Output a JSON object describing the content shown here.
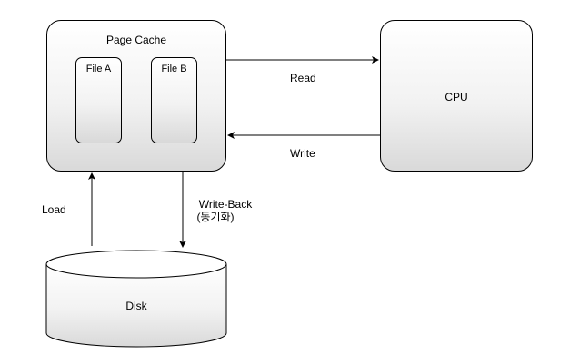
{
  "page_cache": {
    "title": "Page Cache",
    "files": [
      "File A",
      "File B"
    ]
  },
  "cpu": {
    "title": "CPU"
  },
  "disk": {
    "title": "Disk"
  },
  "arrows": {
    "read": "Read",
    "write": "Write",
    "load": "Load",
    "write_back": "Write-Back",
    "write_back_sub": "(동기화)"
  }
}
